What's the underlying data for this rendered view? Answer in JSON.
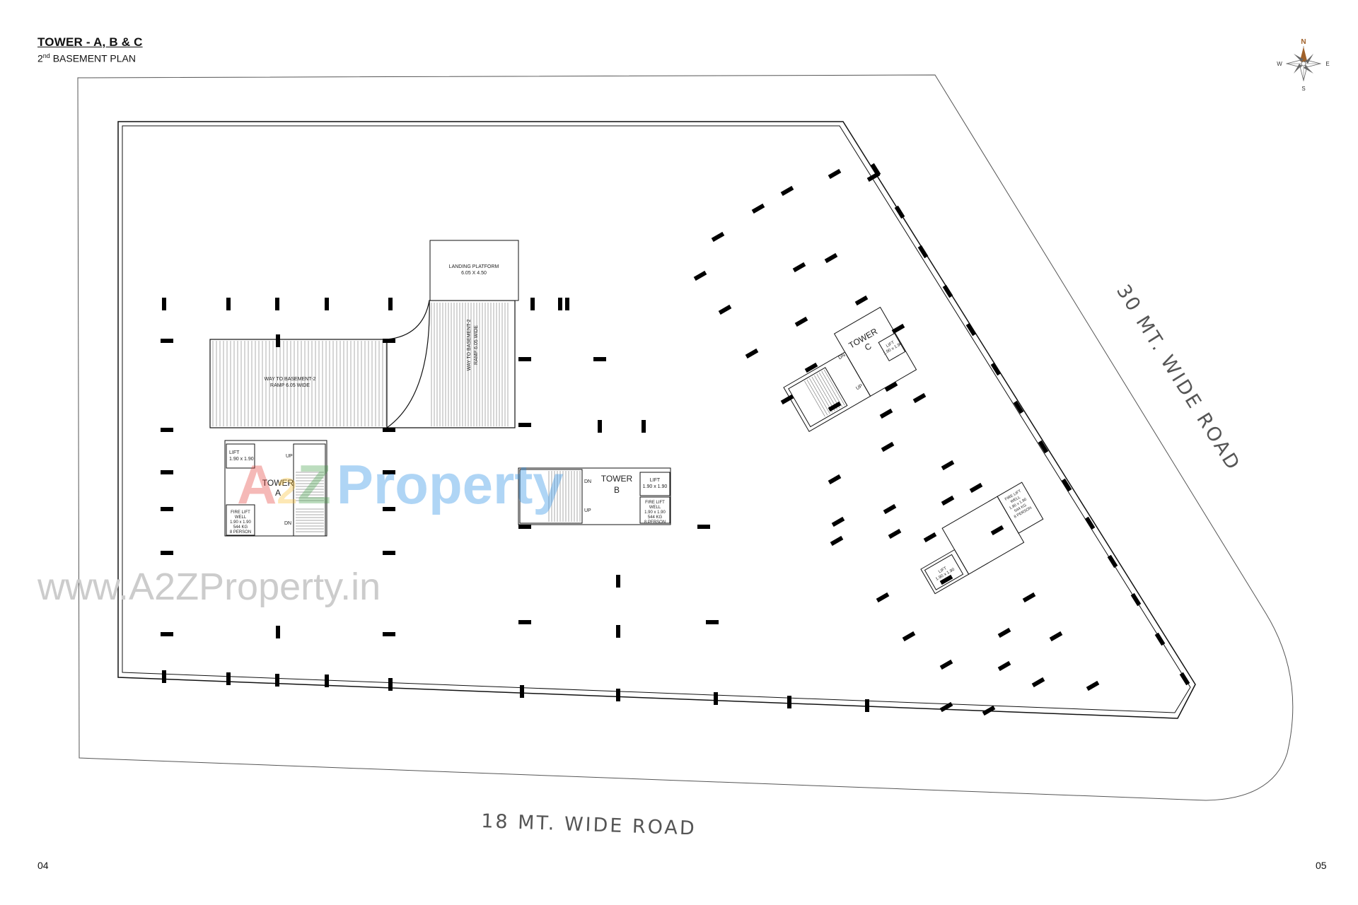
{
  "header": {
    "title": "TOWER - A, B & C",
    "subtitle_prefix": "2",
    "subtitle_sup": "nd",
    "subtitle_suffix": " BASEMENT PLAN"
  },
  "compass": {
    "n": "N",
    "s": "S",
    "e": "E",
    "w": "W"
  },
  "roads": {
    "bottom": "18 MT. WIDE ROAD",
    "right": "30 MT. WIDE ROAD"
  },
  "ramp": {
    "landing": "LANDING PLATFORM",
    "landing_size": "6.05 X 4.50",
    "way_line1": "WAY TO BASEMENT-2",
    "way_line2": "RAMP 6.05 WIDE",
    "way_vert_line1": "WAY TO BASEMENT-2",
    "way_vert_line2": "RAMP 6.05 WIDE"
  },
  "tower_a": {
    "label": "TOWER",
    "letter": "A",
    "lift": "LIFT",
    "lift_size": "1.90 x 1.90",
    "fire1": "FIRE LIFT",
    "fire2": "WELL",
    "fire3": "1.90 x 1.90",
    "fire4": "544 KG",
    "fire5": "8 PERSON",
    "up": "UP",
    "dn": "DN"
  },
  "tower_b": {
    "label": "TOWER",
    "letter": "B",
    "lift": "LIFT",
    "lift_size": "1.90 x 1.90",
    "fire1": "FIRE LIFT",
    "fire2": "WELL",
    "fire3": "1.90 x 1.90",
    "fire4": "544 KG",
    "fire5": "8 PERSON",
    "up": "UP",
    "dn": "DN"
  },
  "tower_c": {
    "label": "TOWER",
    "letter": "C",
    "lift": "LIFT",
    "lift_size": "1.90 x 1.90",
    "up": "UP",
    "dn": "DN"
  },
  "tower_d": {
    "lift": "LIFT",
    "lift_size": "1.90 x 1.90",
    "fire1": "FIRE LIFT",
    "fire2": "WELL",
    "fire3": "1.90 x 1.90",
    "fire4": "544 KG",
    "fire5": "8 PERSON"
  },
  "watermark": {
    "brand_a": "A",
    "brand_2": "2",
    "brand_z": "Z",
    "brand_rest": "Property",
    "url": "www.A2ZProperty.in"
  },
  "pages": {
    "left": "04",
    "right": "05"
  },
  "colors": {
    "line": "#1a1a1a",
    "column": "#000000",
    "compass": "#a0612a",
    "road": "#555555"
  }
}
